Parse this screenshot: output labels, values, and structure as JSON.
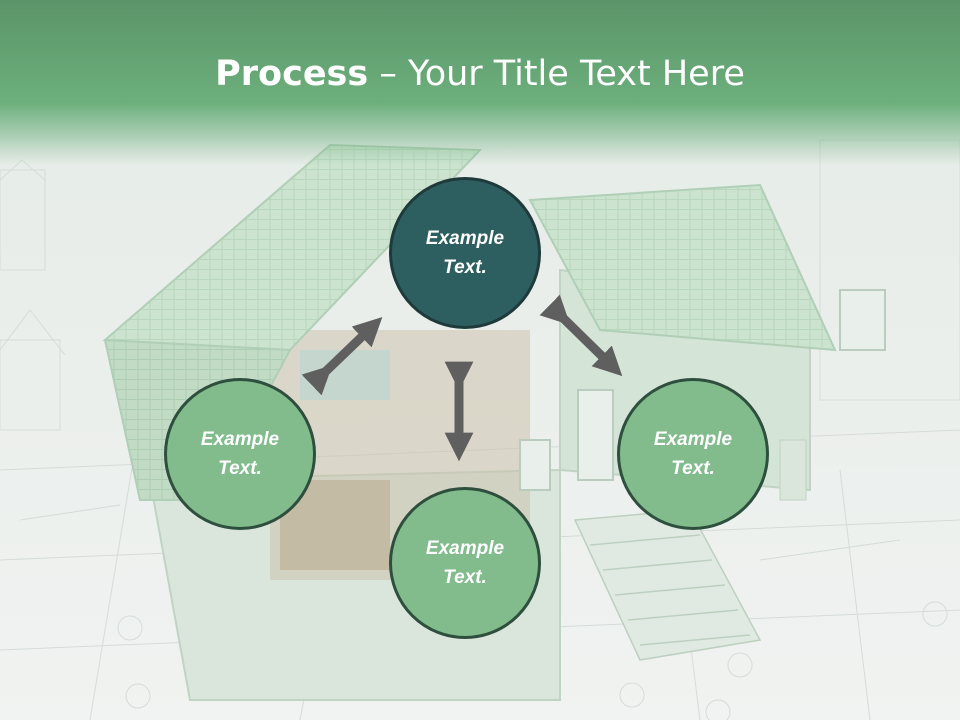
{
  "title": {
    "bold": "Process",
    "rest": " – Your Title Text Here"
  },
  "nodes": {
    "top": "Example\nText.",
    "left": "Example\nText.",
    "right": "Example\nText.",
    "bottom": "Example\nText."
  },
  "colors": {
    "header_green": "#6caf7c",
    "circle_green": "#82bc8d",
    "circle_dark": "#2d5f60",
    "arrow_gray": "#5f5f5f"
  },
  "icons": [
    "double-arrow-icon"
  ]
}
